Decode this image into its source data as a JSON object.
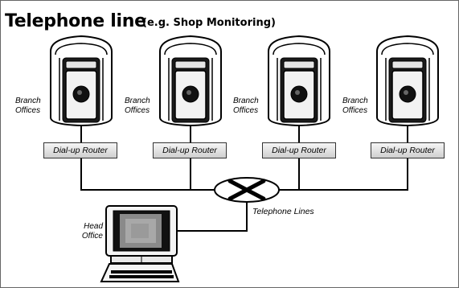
{
  "title": {
    "main": "Telephone line",
    "sub": "(e.g. Shop Monitoring)"
  },
  "branches": [
    {
      "label_line1": "Branch",
      "label_line2": "Offices",
      "router_label": "Dial-up Router"
    },
    {
      "label_line1": "Branch",
      "label_line2": "Offices",
      "router_label": "Dial-up Router"
    },
    {
      "label_line1": "Branch",
      "label_line2": "Offices",
      "router_label": "Dial-up Router"
    },
    {
      "label_line1": "Branch",
      "label_line2": "Offices",
      "router_label": "Dial-up Router"
    }
  ],
  "network": {
    "label": "Telephone Lines"
  },
  "head_office": {
    "label_line1": "Head",
    "label_line2": "Office"
  },
  "icons": {
    "camera": "security-camera-icon",
    "network": "telephone-network-icon",
    "computer": "computer-icon"
  }
}
